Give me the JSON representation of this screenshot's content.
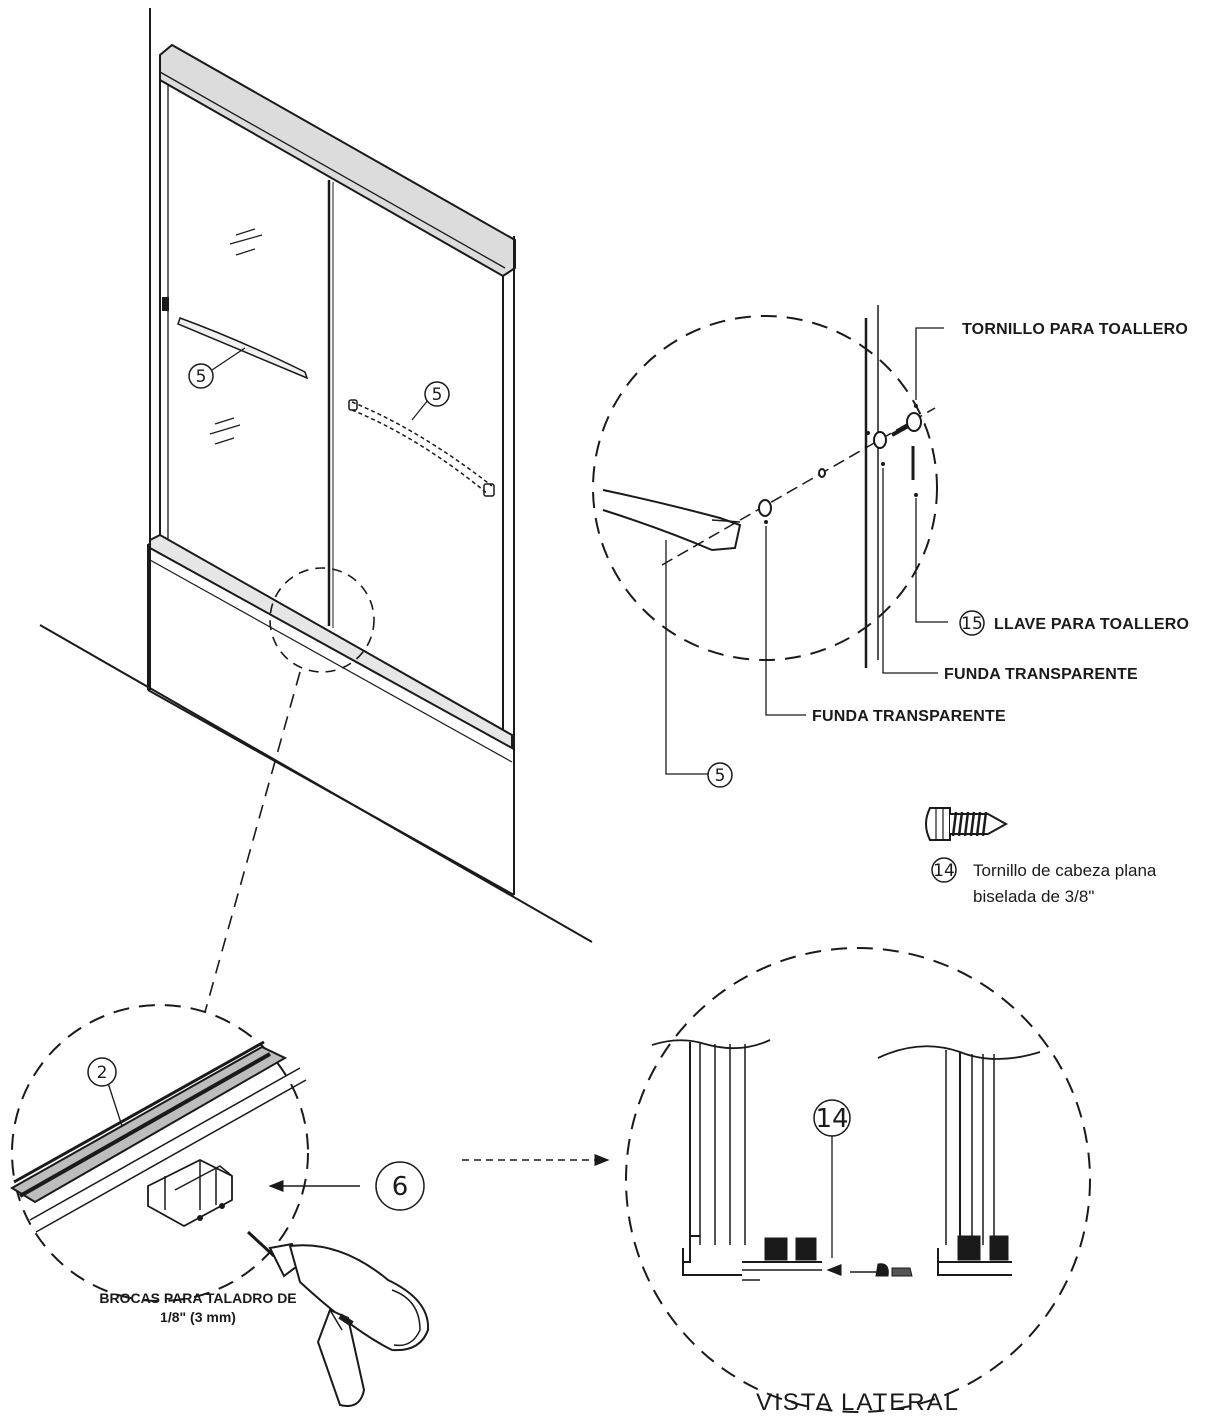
{
  "main_view": {
    "towel_bar_left_number": "5",
    "towel_bar_right_number": "5"
  },
  "towel_bar_detail": {
    "labels": {
      "tornillo_toallero": "TORNILLO PARA TOALLERO",
      "llave_toallero": "LLAVE PARA TOALLERO",
      "funda_1": "FUNDA TRANSPARENTE",
      "funda_2": "FUNDA TRANSPARENTE"
    },
    "llave_number": "15",
    "bar_number": "5"
  },
  "screw_legend": {
    "number": "14",
    "line1": "Tornillo de cabeza plana",
    "line2": "biselada de 3/8\""
  },
  "track_detail": {
    "track_number": "2",
    "guide_number": "6",
    "drill_line1": "BROCAS PARA TALADRO DE",
    "drill_line2": "1/8\" (3 mm)"
  },
  "side_view": {
    "screw_number": "14",
    "title": "VISTA LATERAL"
  }
}
